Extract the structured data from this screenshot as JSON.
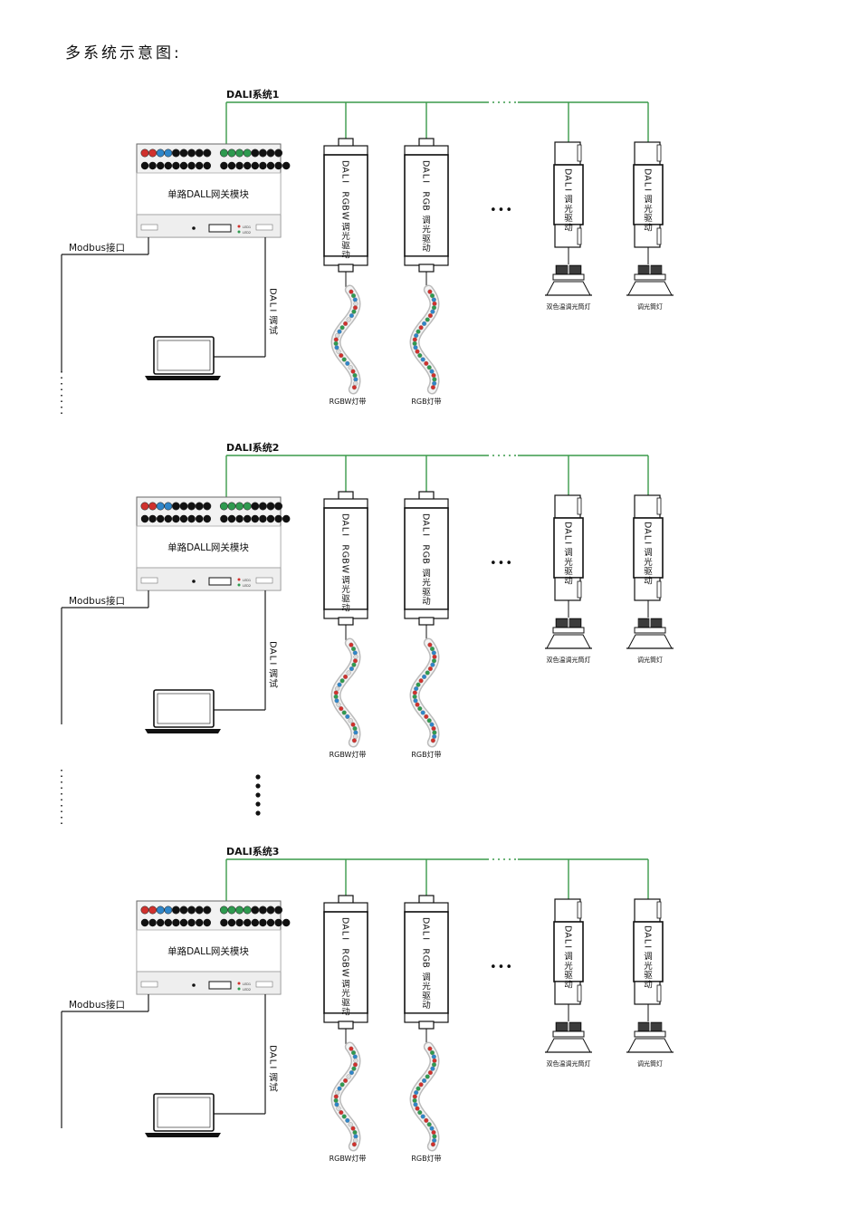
{
  "page_title": "多系统示意图:",
  "systems": [
    {
      "label": "DALI系统1"
    },
    {
      "label": "DALI系统2"
    },
    {
      "label": "DALI系统3"
    }
  ],
  "labels": {
    "gateway_module": "单路DALL网关模块",
    "modbus_interface": "Modbus接口",
    "dali_debug": "DALI调试",
    "rgbw_driver": "DALI RGBW 调光驱动",
    "rgb_driver": "DALI RGB 调光驱动",
    "dimming_driver": "DALI调光驱动",
    "rgbw_strip": "RGBW灯带",
    "rgb_strip": "RGB灯带",
    "dual_color_downlight": "双色温调光筒灯",
    "dimming_downlight": "调光筒灯",
    "ellipsis": "•••",
    "led1": "LED1",
    "led2": "LED2"
  },
  "colors": {
    "bus_green": "#3a9a4a",
    "line_black": "#1a1a1a",
    "red": "#d0312d",
    "blue": "#2f86c9",
    "green": "#2e9a4f"
  }
}
